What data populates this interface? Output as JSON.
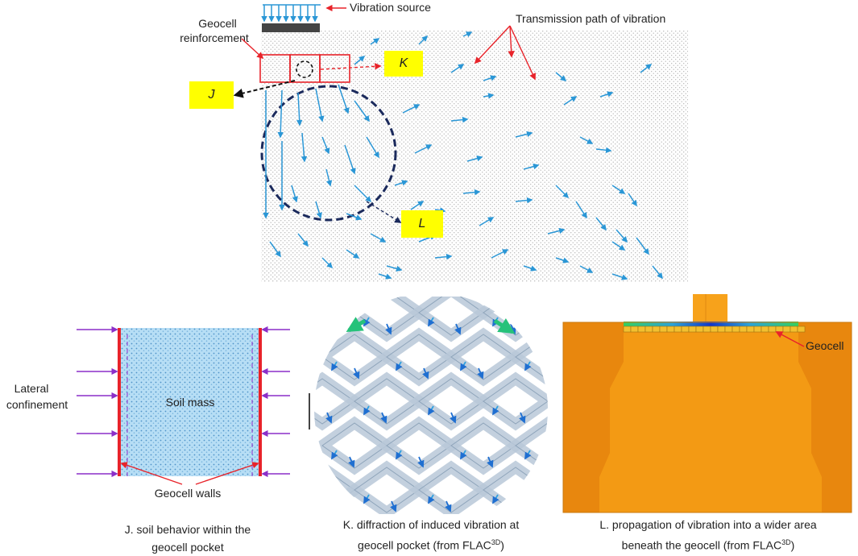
{
  "top": {
    "vibration_source": "Vibration source",
    "transmission_path": "Transmission path of vibration",
    "geocell_reinforcement_1": "Geocell",
    "geocell_reinforcement_2": "reinforcement",
    "tag_j": "J",
    "tag_k": "K",
    "tag_l": "L",
    "arrow_color": "#2b97d6",
    "annotation_color": "#e8232a",
    "circle_color": "#1b2a5c"
  },
  "panel_j": {
    "soil_mass": "Soil mass",
    "lateral_1": "Lateral",
    "lateral_2": "confinement",
    "walls": "Geocell walls",
    "caption_1": "J. soil behavior within the",
    "caption_2": "geocell pocket",
    "wall_color": "#e8232a",
    "confinement_color": "#8b2fc9",
    "soil_color": "#a9d6f2"
  },
  "panel_k": {
    "caption_1": "K. diffraction of induced vibration at",
    "caption_2": "geocell pocket (from FLAC",
    "caption_sup": "3D",
    "caption_end": ")"
  },
  "panel_l": {
    "geocell": "Geocell",
    "caption_1": "L. propagation of vibration into a wider area",
    "caption_2": "beneath the geocell (from FLAC",
    "caption_sup": "3D",
    "caption_end": ")",
    "bg_color": "#f39a14",
    "dark_color": "#e8870e"
  }
}
